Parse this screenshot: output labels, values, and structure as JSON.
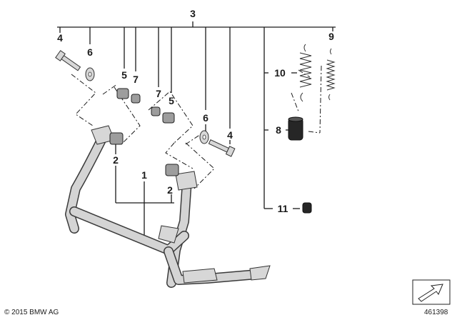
{
  "callouts": {
    "c1": "1",
    "c2a": "2",
    "c2b": "2",
    "c3": "3",
    "c4a": "4",
    "c4b": "4",
    "c5a": "5",
    "c5b": "5",
    "c6a": "6",
    "c6b": "6",
    "c7a": "7",
    "c7b": "7",
    "c8": "8",
    "c9": "9",
    "c10": "10",
    "c11": "11"
  },
  "footer": {
    "copyright": "© 2015 BMW AG",
    "diagram_number": "461398"
  },
  "icons": {
    "direction_icon": "arrow-box-icon"
  }
}
